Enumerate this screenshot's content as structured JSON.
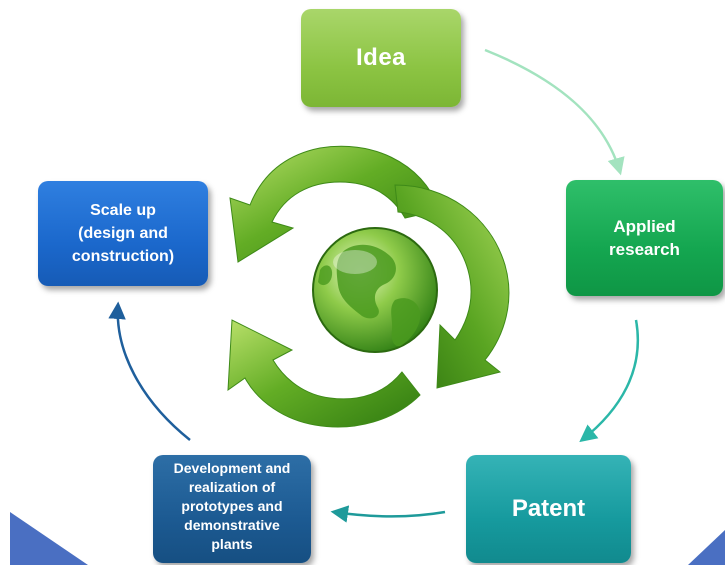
{
  "nodes": {
    "idea": "Idea",
    "applied_research": "Applied\nresearch",
    "patent": "Patent",
    "development": "Development and\nrealization of\nprototypes and\ndemonstrative\nplants",
    "scale_up": "Scale up\n(design and\nconstruction)"
  },
  "colors": {
    "idea": "#8cc443",
    "applied_research": "#14a650",
    "patent": "#169a9e",
    "development": "#1c5a92",
    "scale_up": "#1b68cc",
    "flow_arrow_light": "#a3e3bf",
    "flow_arrow_teal": "#2bb7a8",
    "flow_arrow_blue": "#1f5f9c",
    "recycle_arrows": "#4e9a1c",
    "corner_triangle": "#4a6fc2"
  },
  "icons": [
    "recycle-arrows-icon",
    "globe-icon"
  ]
}
